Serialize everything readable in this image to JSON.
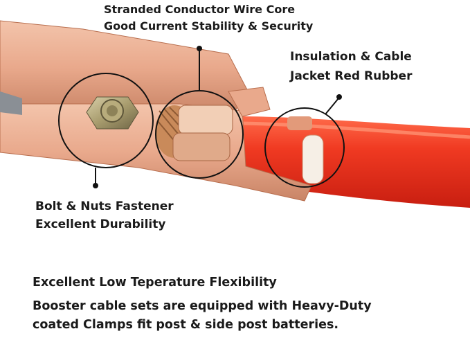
{
  "callouts": {
    "wire_core": {
      "line1": "Stranded Conductor Wire Core",
      "line2": "Good Current Stability & Security"
    },
    "insulation": {
      "line1": "Insulation & Cable",
      "line2": "Jacket  Red Rubber"
    },
    "bolt": {
      "line1": "Bolt & Nuts Fastener",
      "line2": "Excellent Durability"
    }
  },
  "feature": {
    "heading": "Excellent Low Teperature Flexibility",
    "body_line1": "Booster cable sets are equipped with Heavy-Duty",
    "body_line2": "coated Clamps fit post & side post batteries."
  },
  "colors": {
    "copper": "#e9a98c",
    "copper_dark": "#b86e4e",
    "cable_red": "#e8321f",
    "text": "#1a1a1a"
  }
}
